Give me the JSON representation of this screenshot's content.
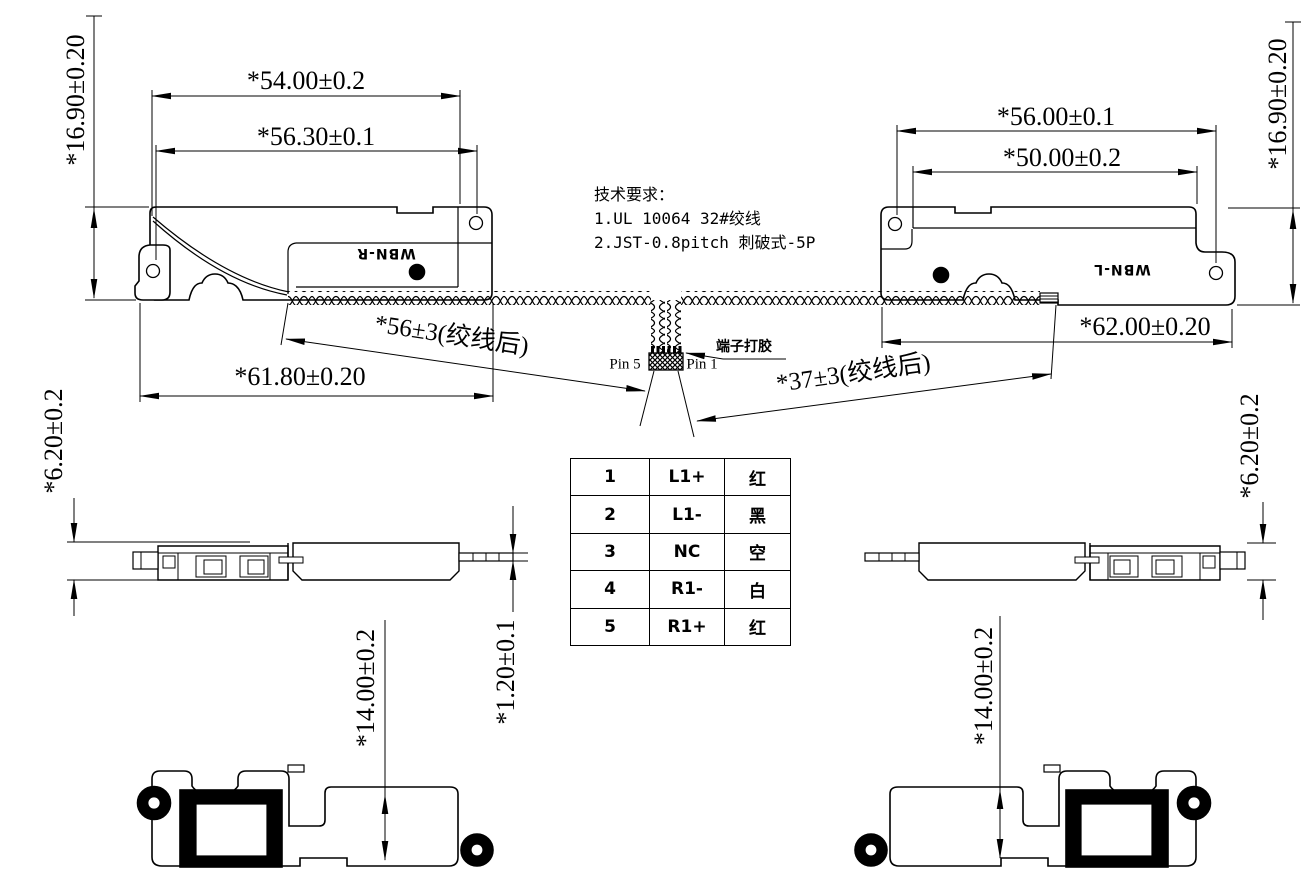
{
  "notes": {
    "title": "技术要求：",
    "line1": "1.UL 10064 32#绞线",
    "line2": "2.JST-0.8pitch 刺破式-5P"
  },
  "dimensions": {
    "left_top_width_outer": "*54.00±0.2",
    "left_top_width_inner": "*56.30±0.1",
    "left_height": "*16.90±0.20",
    "right_top_width_outer": "*56.00±0.1",
    "right_top_width_inner": "*50.00±0.2",
    "right_height": "*16.90±0.20",
    "left_wire_length": "*56±3(绞线后)",
    "left_body_width": "*61.80±0.20",
    "right_body_width": "*62.00±0.20",
    "right_wire_length": "*37±3(绞线后)",
    "left_side_height": "*6.20±0.2",
    "right_side_height": "*6.20±0.2",
    "wire_thickness": "*1.20±0.1",
    "left_bottom_height": "*14.00±0.2",
    "right_bottom_height": "*14.00±0.2"
  },
  "labels": {
    "left_speaker": "WBN-R",
    "right_speaker": "WBN-L",
    "pin5": "Pin 5",
    "pin1": "Pin 1",
    "glue_note": "端子打胶"
  },
  "pin_table": {
    "rows": [
      {
        "pin": "1",
        "signal": "L1+",
        "color": "红"
      },
      {
        "pin": "2",
        "signal": "L1-",
        "color": "黑"
      },
      {
        "pin": "3",
        "signal": "NC",
        "color": "空"
      },
      {
        "pin": "4",
        "signal": "R1-",
        "color": "白"
      },
      {
        "pin": "5",
        "signal": "R1+",
        "color": "红"
      }
    ]
  },
  "colors": {
    "line": "#000000",
    "background": "#ffffff"
  }
}
